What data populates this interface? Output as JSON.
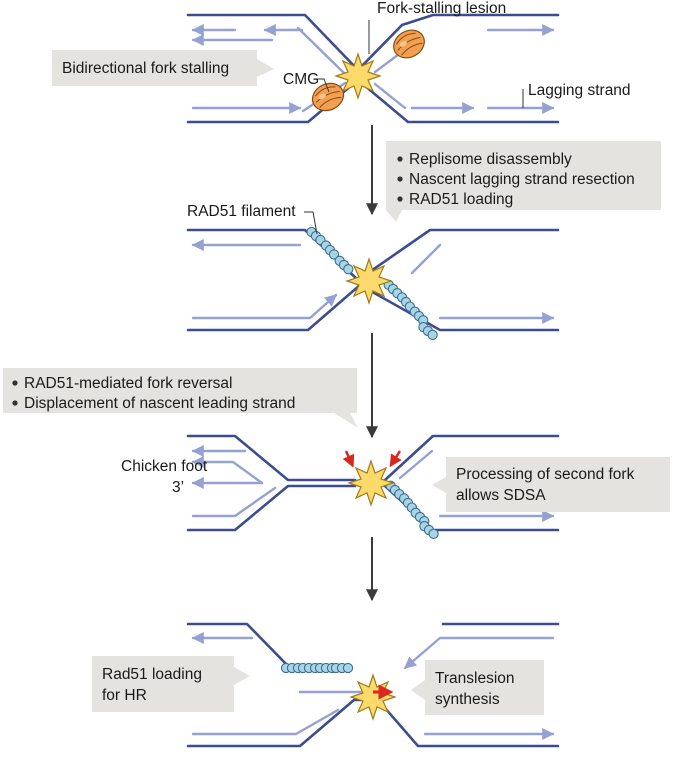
{
  "stage1": {
    "lesion_label": "Fork-stalling lesion",
    "callout": "Bidirectional fork stalling",
    "cmg_label": "CMG",
    "lagging_label": "Lagging strand"
  },
  "step1_bullets": [
    "Replisome disassembly",
    "Nascent lagging strand resection",
    "RAD51 loading"
  ],
  "stage2": {
    "filament_label": "RAD51 filament"
  },
  "step2_bullets": [
    "RAD51-mediated fork reversal",
    "Displacement of nascent leading strand"
  ],
  "stage3": {
    "chicken_foot_label": "Chicken foot",
    "three_prime_label": "3’",
    "callout_lines": [
      "Processing of second fork",
      "allows SDSA"
    ]
  },
  "stage4": {
    "left_callout_lines": [
      "Rad51 loading",
      "for HR"
    ],
    "right_callout_lines": [
      "Translesion",
      "synthesis"
    ]
  },
  "colors": {
    "parental_strand": "#3c4d8f",
    "nascent_strand": "#95a1d0",
    "rad51": "#a8d4e8",
    "cmg": "#f0a050",
    "lesion": "#fbd96a",
    "marker": "#d9281e",
    "callout": "#e4e3df"
  }
}
